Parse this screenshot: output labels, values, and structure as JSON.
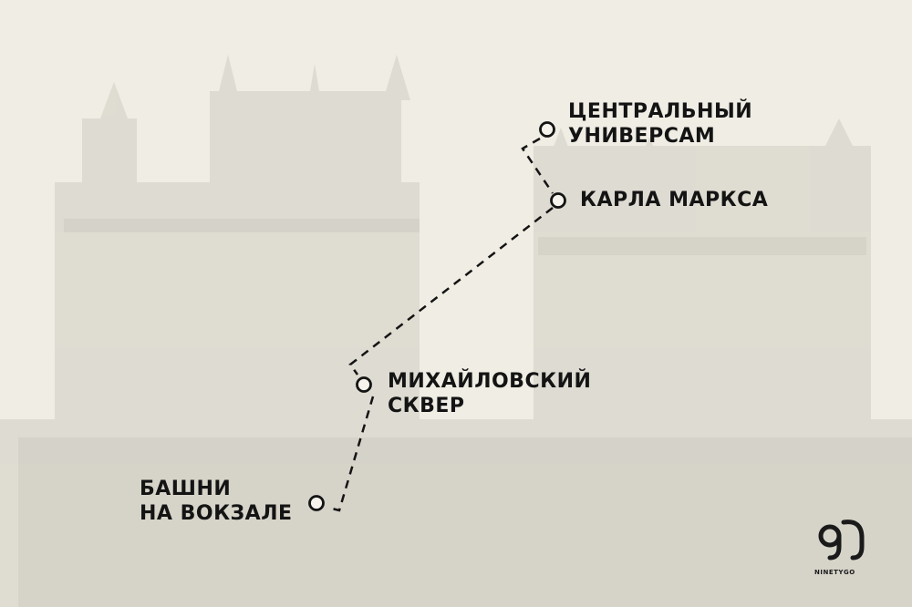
{
  "stops": [
    {
      "line1": "ЦЕНТРАЛЬНЫЙ",
      "line2": "УНИВЕРСАМ"
    },
    {
      "line1": "КАРЛА МАРКСА",
      "line2": ""
    },
    {
      "line1": "МИХАЙЛОВСКИЙ",
      "line2": "СКВЕР"
    },
    {
      "line1": "БАШНИ",
      "line2": "НА ВОКЗАЛЕ"
    }
  ],
  "logo": {
    "mark": "90",
    "text": "NINETYGO"
  },
  "colors": {
    "background": "#efede4",
    "ink": "#141414",
    "buildings": "#d9d6cc"
  }
}
